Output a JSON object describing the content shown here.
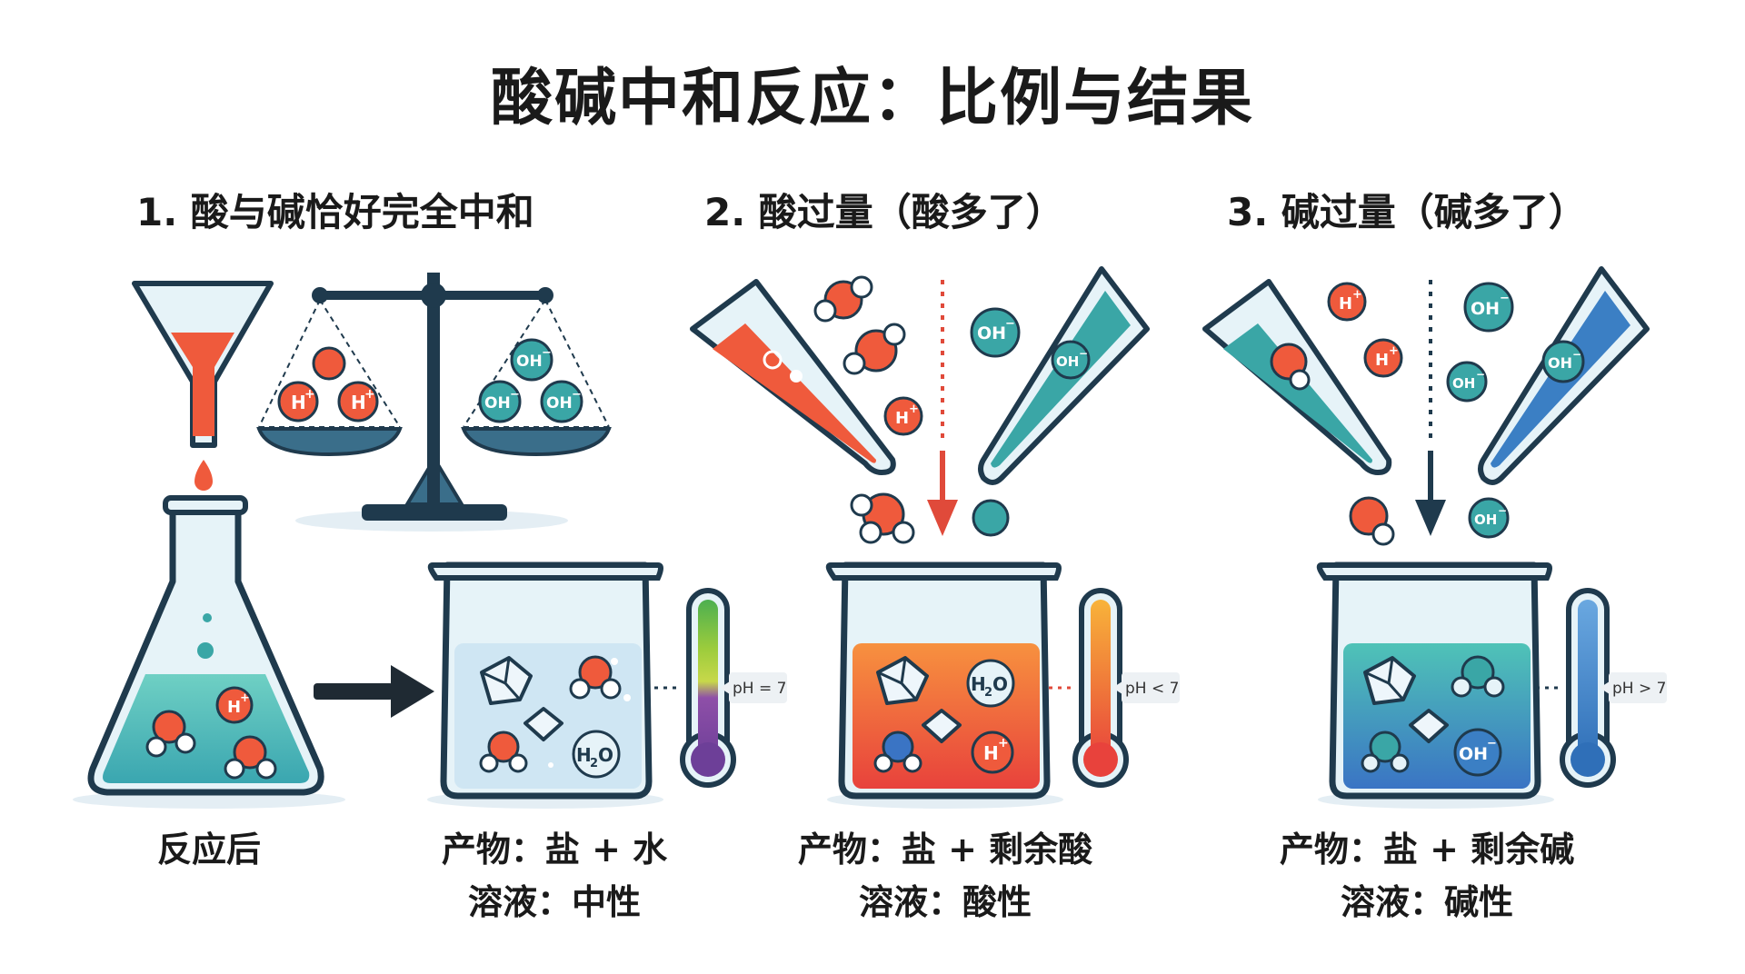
{
  "title": "酸碱中和反应：比例与结果",
  "panels": [
    {
      "heading": "1. 酸与碱恰好完全中和",
      "left_caption": "反应后",
      "caption_line1": "产物：盐 + 水",
      "caption_line2": "溶液：中性",
      "ph_label": "pH = 7"
    },
    {
      "heading": "2. 酸过量（酸多了）",
      "caption_line1": "产物：盐 + 剩余酸",
      "caption_line2": "溶液：酸性",
      "ph_label": "pH < 7"
    },
    {
      "heading": "3. 碱过量（碱多了）",
      "caption_line1": "产物：盐 + 剩余碱",
      "caption_line2": "溶液：碱性",
      "ph_label": "pH > 7"
    }
  ],
  "ions": {
    "h_plus": "H",
    "h_plus_sup": "+",
    "oh_minus": "OH",
    "oh_minus_sup": "−",
    "water_h": "H",
    "water_sub": "2",
    "water_o": "O"
  },
  "colors": {
    "acid": "#ef5a3c",
    "base": "#3aa6a6",
    "base_blue": "#3b7fc4",
    "outline": "#1f3a4d",
    "glass": "#e6f3f8",
    "neutral": "#cfe6f3",
    "arrow_red": "#e04a3a",
    "arrow_navy": "#1f3a4d"
  }
}
